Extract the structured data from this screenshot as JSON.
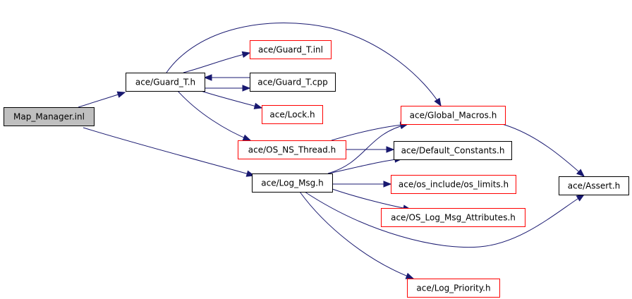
{
  "colors": {
    "edge": "#191970",
    "root_fill": "#bfbfbf",
    "normal_border": "#000000",
    "truncated_border": "#ff0000",
    "node_fill": "#ffffff"
  },
  "nodes": {
    "map_manager_inl": {
      "label": "Map_Manager.inl",
      "kind": "root"
    },
    "guard_t_h": {
      "label": "ace/Guard_T.h",
      "kind": "normal"
    },
    "guard_t_inl": {
      "label": "ace/Guard_T.inl",
      "kind": "truncated"
    },
    "guard_t_cpp": {
      "label": "ace/Guard_T.cpp",
      "kind": "normal"
    },
    "lock_h": {
      "label": "ace/Lock.h",
      "kind": "truncated"
    },
    "global_macros_h": {
      "label": "ace/Global_Macros.h",
      "kind": "truncated"
    },
    "os_ns_thread_h": {
      "label": "ace/OS_NS_Thread.h",
      "kind": "truncated"
    },
    "default_constants_h": {
      "label": "ace/Default_Constants.h",
      "kind": "normal"
    },
    "log_msg_h": {
      "label": "ace/Log_Msg.h",
      "kind": "normal"
    },
    "os_limits_h": {
      "label": "ace/os_include/os_limits.h",
      "kind": "truncated"
    },
    "assert_h": {
      "label": "ace/Assert.h",
      "kind": "normal"
    },
    "os_log_msg_attributes_h": {
      "label": "ace/OS_Log_Msg_Attributes.h",
      "kind": "truncated"
    },
    "log_priority_h": {
      "label": "ace/Log_Priority.h",
      "kind": "truncated"
    }
  },
  "edges": [
    {
      "from": "map_manager_inl",
      "to": "guard_t_h"
    },
    {
      "from": "map_manager_inl",
      "to": "log_msg_h"
    },
    {
      "from": "guard_t_h",
      "to": "guard_t_inl"
    },
    {
      "from": "guard_t_h",
      "to": "guard_t_cpp"
    },
    {
      "from": "guard_t_cpp",
      "to": "guard_t_h"
    },
    {
      "from": "guard_t_h",
      "to": "lock_h"
    },
    {
      "from": "guard_t_h",
      "to": "global_macros_h"
    },
    {
      "from": "guard_t_h",
      "to": "os_ns_thread_h"
    },
    {
      "from": "os_ns_thread_h",
      "to": "global_macros_h"
    },
    {
      "from": "os_ns_thread_h",
      "to": "default_constants_h"
    },
    {
      "from": "global_macros_h",
      "to": "assert_h"
    },
    {
      "from": "log_msg_h",
      "to": "global_macros_h"
    },
    {
      "from": "log_msg_h",
      "to": "default_constants_h"
    },
    {
      "from": "log_msg_h",
      "to": "os_limits_h"
    },
    {
      "from": "log_msg_h",
      "to": "os_log_msg_attributes_h"
    },
    {
      "from": "log_msg_h",
      "to": "assert_h"
    },
    {
      "from": "log_msg_h",
      "to": "log_priority_h"
    }
  ]
}
